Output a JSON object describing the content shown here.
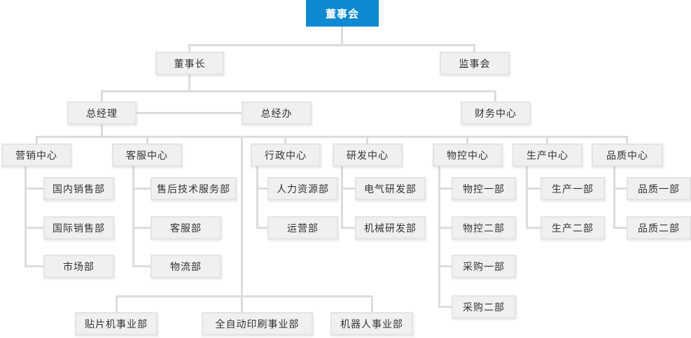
{
  "org": {
    "board": {
      "label": "董事会"
    },
    "chairman": {
      "label": "董事长"
    },
    "supervisory": {
      "label": "监事会"
    },
    "general_manager": {
      "label": "总经理"
    },
    "gm_office": {
      "label": "总经办"
    },
    "finance_center": {
      "label": "财务中心"
    },
    "centers": [
      {
        "label": "营销中心",
        "departments": [
          "国内销售部",
          "国际销售部",
          "市场部"
        ]
      },
      {
        "label": "客服中心",
        "departments": [
          "售后技术服务部",
          "客服部",
          "物流部"
        ]
      },
      {
        "label": "行政中心",
        "departments": [
          "人力资源部",
          "运营部"
        ]
      },
      {
        "label": "研发中心",
        "departments": [
          "电气研发部",
          "机械研发部"
        ]
      },
      {
        "label": "物控中心",
        "departments": [
          "物控一部",
          "物控二部",
          "采购一部",
          "采购二部"
        ]
      },
      {
        "label": "生产中心",
        "departments": [
          "生产一部",
          "生产二部"
        ]
      },
      {
        "label": "品质中心",
        "departments": [
          "品质一部",
          "品质二部"
        ]
      }
    ],
    "business_units": [
      "贴片机事业部",
      "全自动印刷事业部",
      "机器人事业部"
    ]
  },
  "colors": {
    "accent": "#0f8ad2",
    "box_bg": "#f0f0f0",
    "box_border": "#e4e4e4",
    "line": "#dcdcdc",
    "text": "#333333",
    "root_text": "#ffffff"
  }
}
